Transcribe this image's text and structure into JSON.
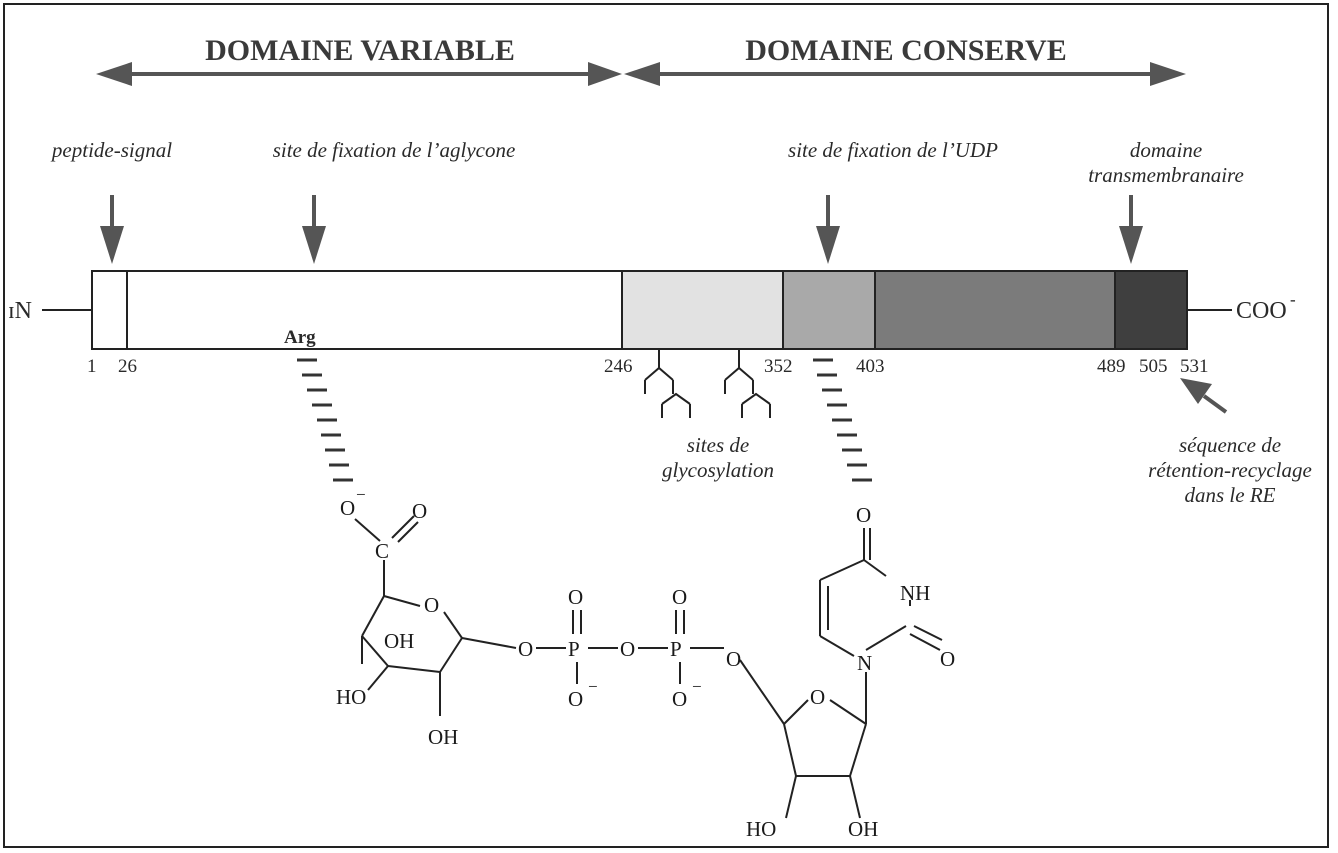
{
  "domains": {
    "variable_label": "DOMAINE VARIABLE",
    "conserved_label": "DOMAINE CONSERVE"
  },
  "annotations": {
    "peptide_signal": "peptide-signal",
    "aglycone_site": "site de fixation de l’aglycone",
    "udp_site": "site de fixation de l’UDP",
    "transmembrane_line1": "domaine",
    "transmembrane_line2": "transmembranaire",
    "glycosylation_line1": "sites de",
    "glycosylation_line2": "glycosylation",
    "retention_line1": "séquence de",
    "retention_line2": "rétention-recyclage",
    "retention_line3": "dans le RE"
  },
  "protein": {
    "n_terminus": "ɪN",
    "c_terminus": "COO",
    "c_terminus_charge": "-",
    "arg_label": "Arg",
    "positions": [
      "1",
      "26",
      "246",
      "352",
      "403",
      "489",
      "505",
      "531"
    ],
    "segment_colors": {
      "signal": "#ffffff",
      "variable": "#ffffff",
      "conserved_light": "#e2e2e2",
      "conserved_mid": "#a9a9a9",
      "conserved_dark": "#7b7b7b",
      "transmembrane": "#3f3f3f"
    },
    "arrow_color": "#555555"
  },
  "molecule": {
    "oxygen": "O",
    "carbon": "C",
    "phosphorus": "P",
    "nitrogen": "N",
    "nh": "NH",
    "oh": "OH",
    "ho": "HO",
    "minus": "−"
  }
}
